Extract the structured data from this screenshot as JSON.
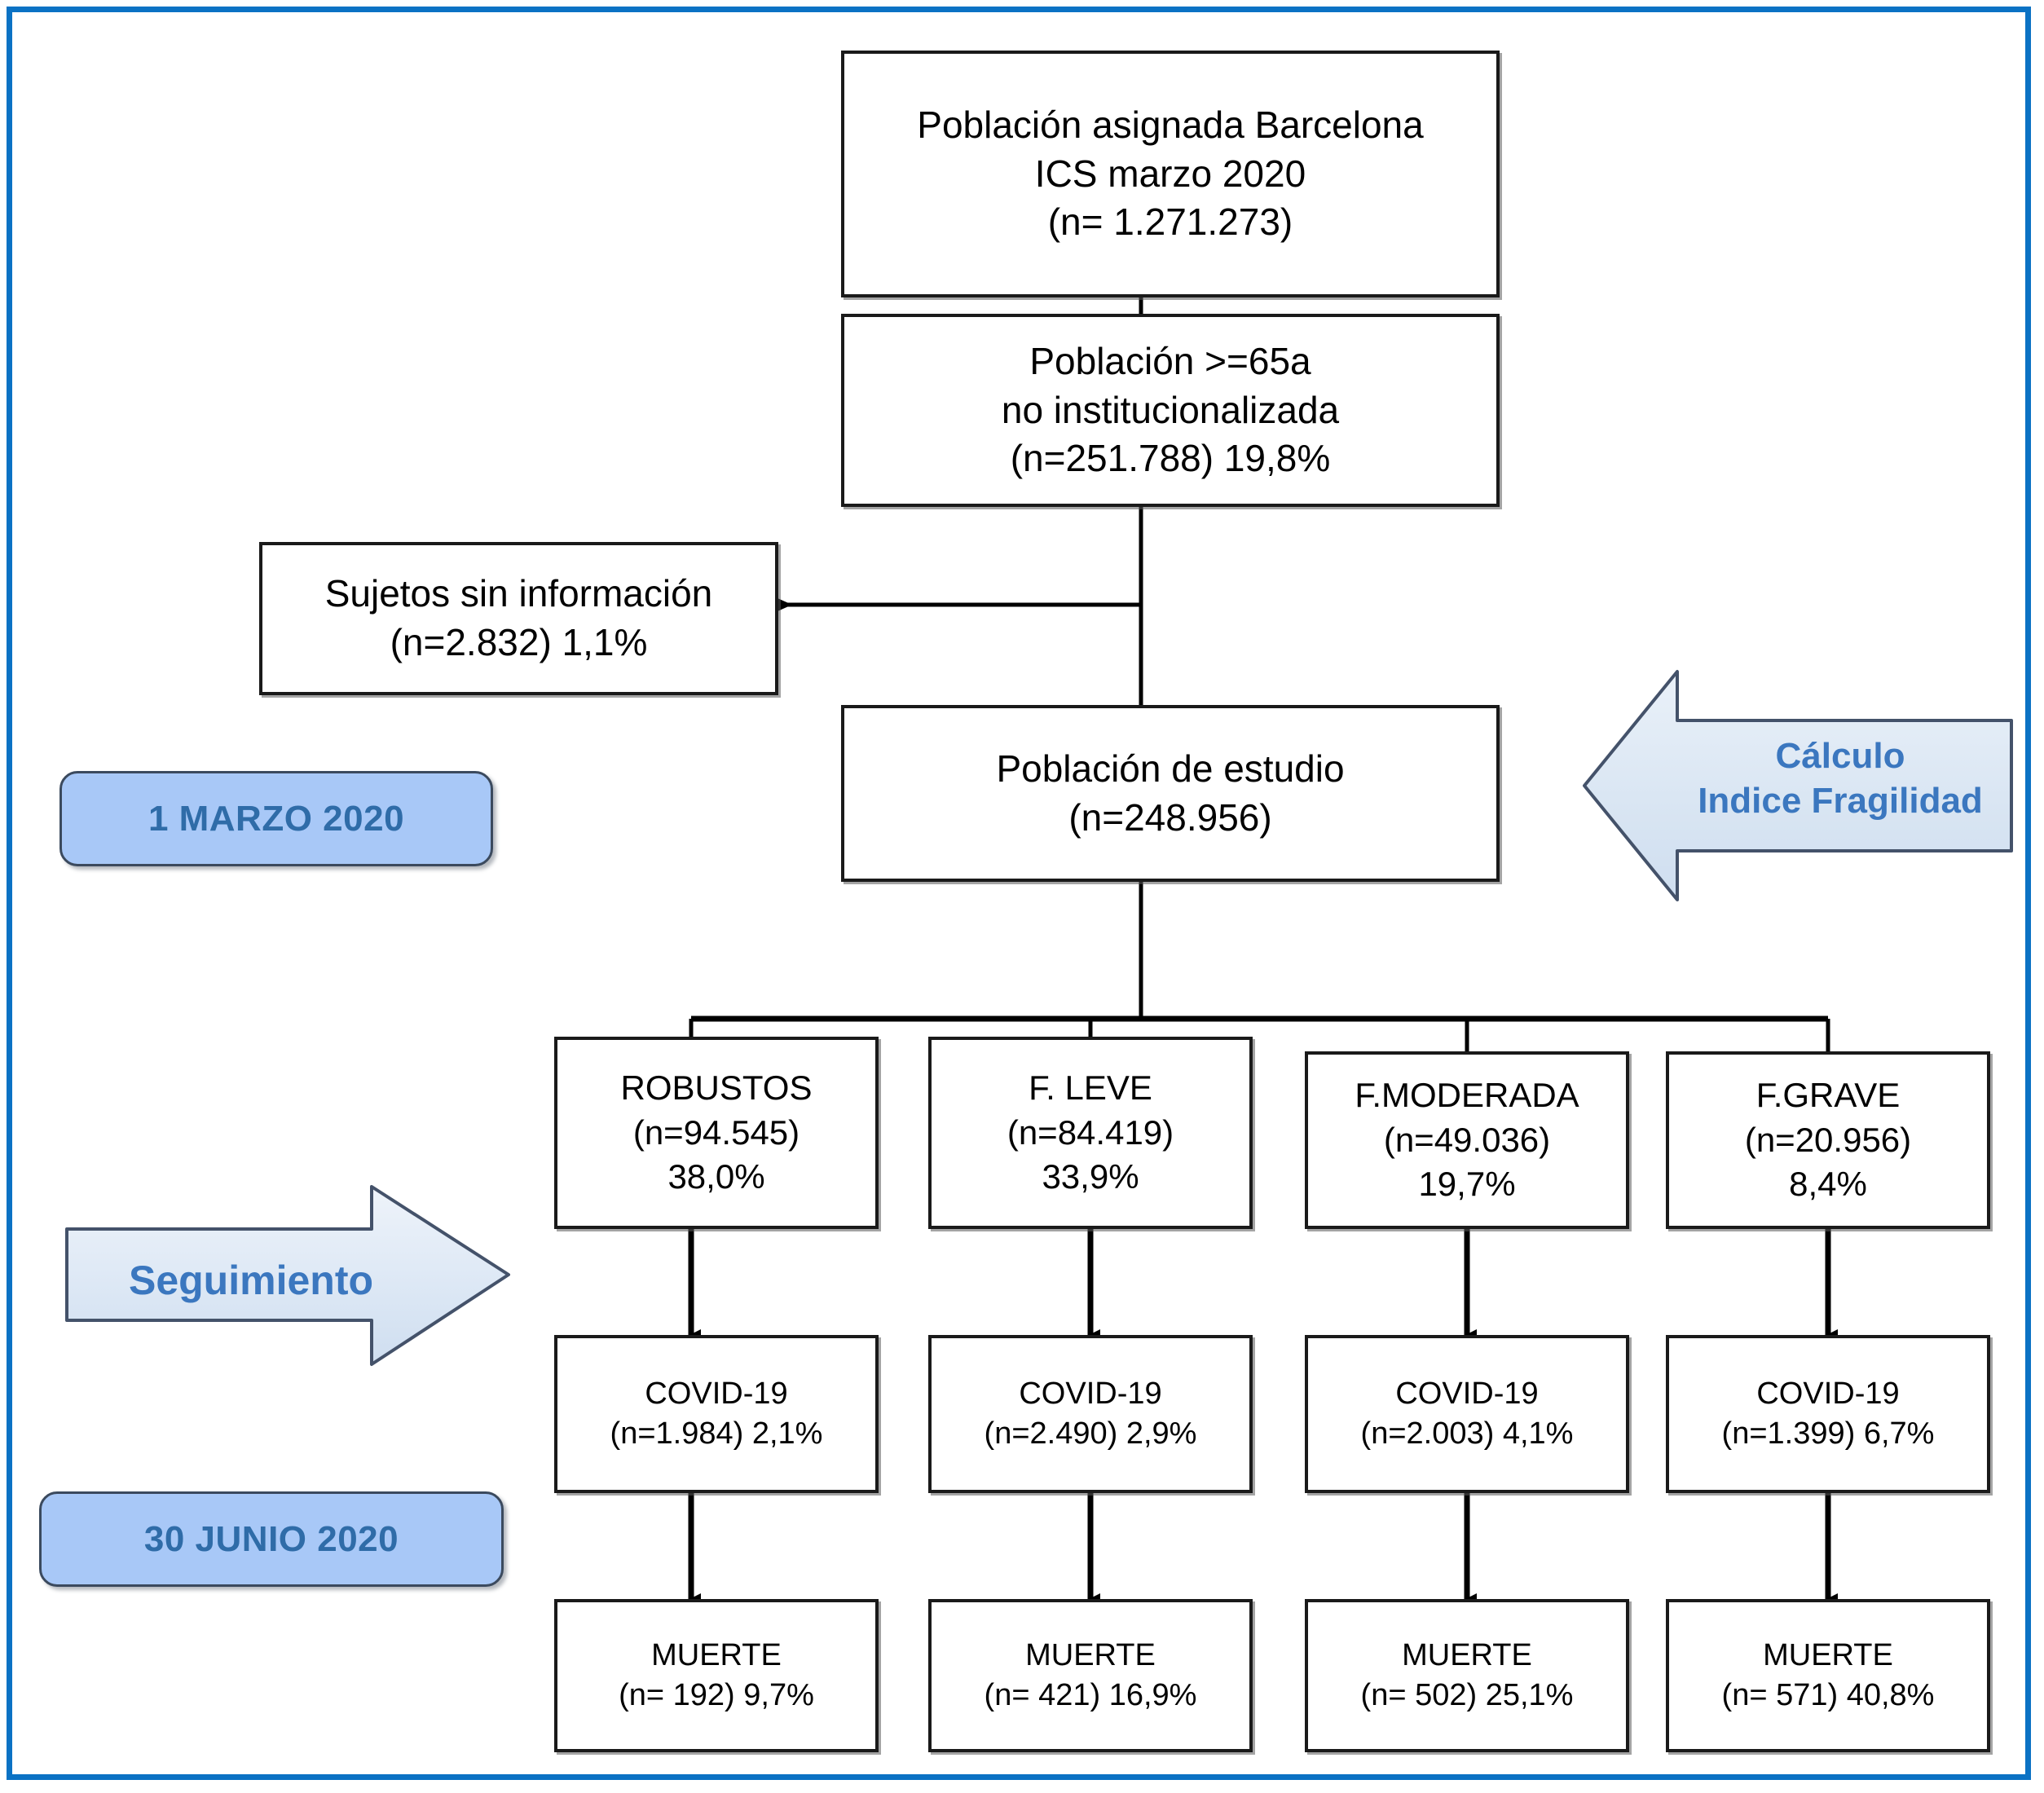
{
  "figure": {
    "type": "flowchart",
    "language": "es",
    "frame_color": "#0b72c4",
    "accent_color": "#3b77bf",
    "badge_fill": "#a8c8f7"
  },
  "nodes": {
    "source_population": {
      "line1": "Población asignada Barcelona",
      "line2": "ICS marzo 2020",
      "line3": "(n= 1.271.273)"
    },
    "elderly_population": {
      "line1": "Población >=65a",
      "line2": "no institucionalizada",
      "line3": "(n=251.788) 19,8%"
    },
    "excluded": {
      "line1": "Sujetos sin información",
      "line2": "(n=2.832) 1,1%"
    },
    "study_population": {
      "line1": "Población de estudio",
      "line2": "(n=248.956)"
    }
  },
  "callouts": {
    "calculo": {
      "line1": "Cálculo",
      "line2": "Indice Fragilidad"
    },
    "seguimiento": {
      "line1": "Seguimiento"
    }
  },
  "badges": {
    "start_date": "1 MARZO 2020",
    "end_date": "30 JUNIO 2020"
  },
  "columns": [
    {
      "group": {
        "label": "ROBUSTOS",
        "n": "(n=94.545)",
        "pct": "38,0%"
      },
      "covid": {
        "label": "COVID-19",
        "detail": "(n=1.984) 2,1%"
      },
      "death": {
        "label": "MUERTE",
        "detail": "(n= 192) 9,7%"
      }
    },
    {
      "group": {
        "label": "F. LEVE",
        "n": "(n=84.419)",
        "pct": "33,9%"
      },
      "covid": {
        "label": "COVID-19",
        "detail": "(n=2.490) 2,9%"
      },
      "death": {
        "label": "MUERTE",
        "detail": "(n= 421) 16,9%"
      }
    },
    {
      "group": {
        "label": "F.MODERADA",
        "n": "(n=49.036)",
        "pct": "19,7%"
      },
      "covid": {
        "label": "COVID-19",
        "detail": "(n=2.003) 4,1%"
      },
      "death": {
        "label": "MUERTE",
        "detail": "(n= 502) 25,1%"
      }
    },
    {
      "group": {
        "label": "F.GRAVE",
        "n": "(n=20.956)",
        "pct": "8,4%"
      },
      "covid": {
        "label": "COVID-19",
        "detail": "(n=1.399) 6,7%"
      },
      "death": {
        "label": "MUERTE",
        "detail": "(n= 571) 40,8%"
      }
    }
  ]
}
